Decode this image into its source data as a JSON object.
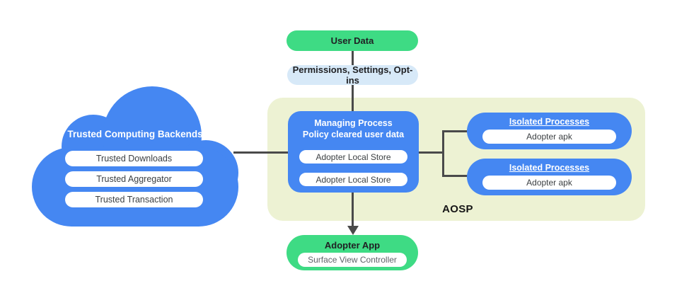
{
  "colors": {
    "green": "#3edb84",
    "blue": "#4587f2",
    "light_blue": "#d7e9f8",
    "aosp_background": "#edf2d3",
    "line": "#4a4a4a"
  },
  "flow": {
    "user_data_label": "User Data",
    "permissions_label": "Permissions,  Settings, Opt-ins"
  },
  "cloud": {
    "title": "Trusted Computing Backends",
    "items": [
      "Trusted Downloads",
      "Trusted Aggregator",
      "Trusted Transaction"
    ]
  },
  "aosp": {
    "label": "AOSP",
    "managing_process": {
      "title": "Managing Process\nPolicy cleared user data",
      "stores": [
        "Adopter Local Store",
        "Adopter Local Store"
      ]
    },
    "isolated_processes": [
      {
        "title": "Isolated Processes",
        "item": "Adopter apk"
      },
      {
        "title": "Isolated Processes",
        "item": "Adopter apk"
      }
    ]
  },
  "adopter_app": {
    "title": "Adopter App",
    "item": "Surface View Controller"
  }
}
